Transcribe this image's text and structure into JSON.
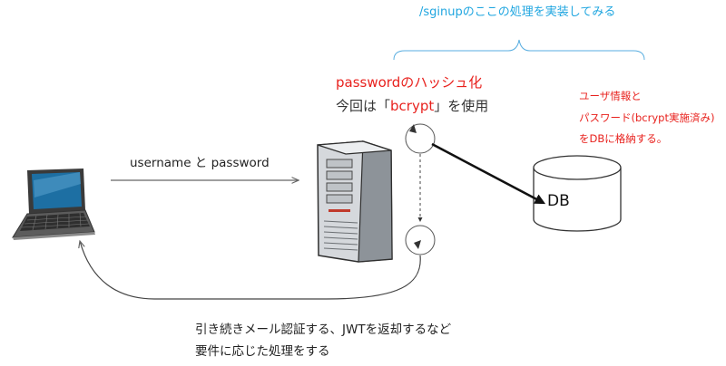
{
  "diagram": {
    "header_label": "/sginupのここの処理を実装してみる",
    "hash_title": "passwordのハッシュ化",
    "bcrypt_prefix": "今回は「",
    "bcrypt_name": "bcrypt",
    "bcrypt_suffix": "」を使用",
    "db_note": [
      "ユーザ情報と",
      "パスワード(bcrypt実施済み)",
      "をDBに格納する。"
    ],
    "request_label": "username と password",
    "db_label": "DB",
    "bottom_note": [
      "引き続きメール認証する、JWTを返却するなど",
      "要件に応じた処理をする"
    ]
  },
  "colors": {
    "header_blue": "#20a6e0",
    "accent_red": "#e8221e",
    "text_dark": "#222222"
  },
  "icons": [
    "laptop-icon",
    "server-icon",
    "database-icon"
  ]
}
